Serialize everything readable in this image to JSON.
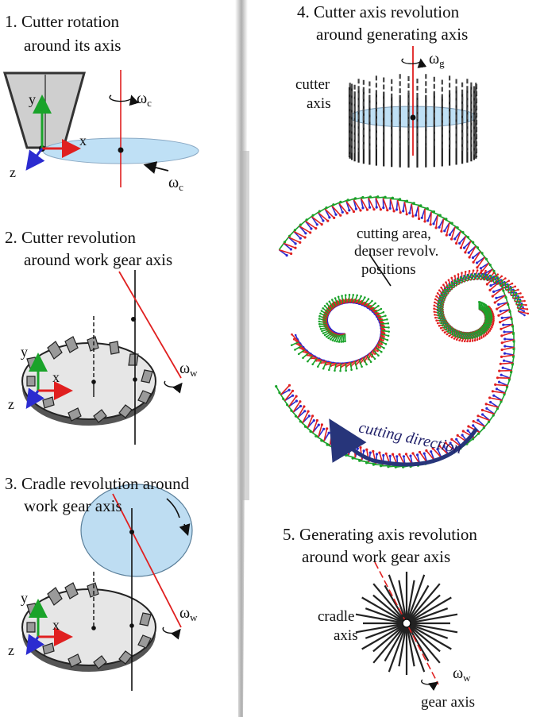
{
  "panel1": {
    "caption_line1": "1. Cutter rotation",
    "caption_line2": "around its axis",
    "axis_x": "x",
    "axis_y": "y",
    "axis_z": "z",
    "omega_top": "ω",
    "omega_top_sub": "c",
    "omega_bottom": "ω",
    "omega_bottom_sub": "c"
  },
  "panel2": {
    "caption_line1": "2. Cutter revolution",
    "caption_line2": "around work gear axis",
    "axis_x": "x",
    "axis_y": "y",
    "axis_z": "z",
    "omega": "ω",
    "omega_sub": "w"
  },
  "panel3": {
    "caption_line1": "3. Cradle revolution around",
    "caption_line2": "work gear axis",
    "axis_x": "x",
    "axis_y": "y",
    "axis_z": "z",
    "omega": "ω",
    "omega_sub": "w"
  },
  "panel4": {
    "caption_line1": "4. Cutter axis revolution",
    "caption_line2": "around generating axis",
    "label_line1": "cutter",
    "label_line2": "axis",
    "omega": "ω",
    "omega_sub": "g"
  },
  "center": {
    "annotation_line1": "cutting area,",
    "annotation_line2": "denser revolv.",
    "annotation_line3": "positions",
    "direction_label": "cutting direction"
  },
  "panel5": {
    "caption_line1": "5. Generating axis revolution",
    "caption_line2": "around work gear axis",
    "label_line1": "cradle",
    "label_line2": "axis",
    "omega": "ω",
    "omega_sub": "w",
    "bottom_label": "gear axis"
  },
  "colors": {
    "red": "#e02020",
    "green": "#1aa32a",
    "blue": "#2b2bd0",
    "navy": "#27357a",
    "lightblue": "#bcdcf2",
    "gray": "#bdbdbd"
  }
}
